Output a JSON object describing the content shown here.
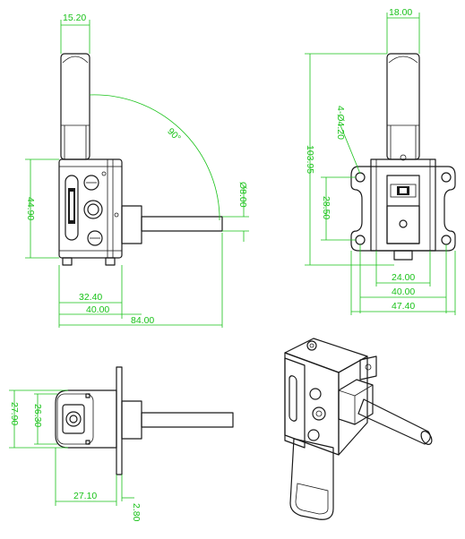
{
  "dimensions": {
    "front_top_width": "15.20",
    "front_angle": "90°",
    "front_height": "44.90",
    "front_rod_dia": "Ø8.00",
    "front_w1": "32.40",
    "front_w2": "40.00",
    "front_total": "84.00",
    "side_top_width": "18.00",
    "side_holes": "4-Ø4.20",
    "side_total_height": "103.95",
    "side_inner_height": "28.50",
    "side_w1": "24.00",
    "side_w2": "40.00",
    "side_w3": "47.40",
    "top_h1": "26.30",
    "top_h2": "27.90",
    "top_w1": "27.10",
    "top_w2": "2.80"
  },
  "colors": {
    "dimension": "#19c219",
    "outline": "#1a1a1a"
  }
}
